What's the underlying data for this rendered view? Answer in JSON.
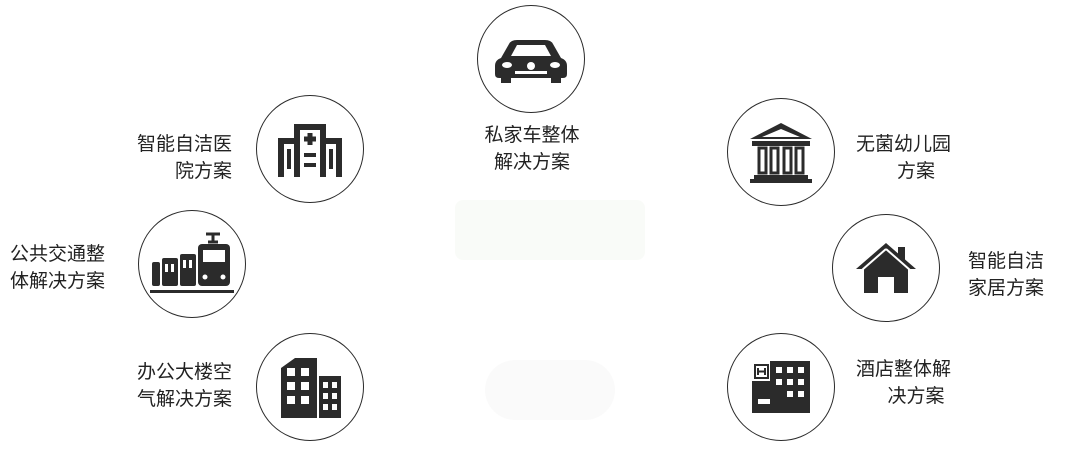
{
  "center": {
    "line1": "私家车整体",
    "line2": "解决方案",
    "icon": "car-icon"
  },
  "left": [
    {
      "line1": "智能自洁医",
      "line2": "院方案",
      "icon": "hospital-icon"
    },
    {
      "line1": "公共交通整",
      "line2": "体解决方案",
      "icon": "train-icon"
    },
    {
      "line1": "办公大楼空",
      "line2": "气解决方案",
      "icon": "office-building-icon"
    }
  ],
  "right": [
    {
      "line1": "无菌幼儿园",
      "line2": "方案",
      "icon": "kindergarten-icon"
    },
    {
      "line1": "智能自洁",
      "line2": "家居方案",
      "icon": "house-icon"
    },
    {
      "line1": "酒店整体解",
      "line2": "决方案",
      "icon": "hotel-icon"
    }
  ],
  "colors": {
    "icon": "#2b2b2b",
    "border": "#2b2b2b",
    "text": "#222222"
  }
}
